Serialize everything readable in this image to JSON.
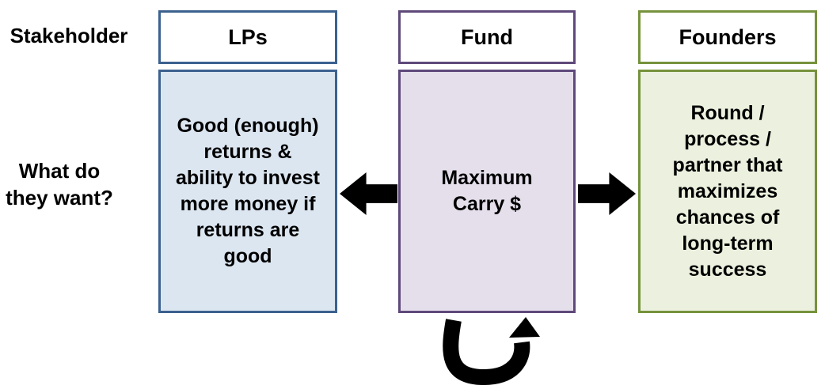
{
  "diagram": {
    "title": "",
    "rows": {
      "stakeholder_label": "Stakeholder",
      "want_label": "What do they want?"
    },
    "columns": [
      {
        "id": "lps",
        "header": "LPs",
        "want": "Good (enough) returns & ability to invest more money if returns are good",
        "border_color": "#3B618E",
        "fill_color": "#DCE6F1"
      },
      {
        "id": "fund",
        "header": "Fund",
        "want": "Maximum Carry $",
        "border_color": "#5F497A",
        "fill_color": "#E5DFEC"
      },
      {
        "id": "founders",
        "header": "Founders",
        "want": "Round / process / partner that maximizes chances of long-term success",
        "border_color": "#76923C",
        "fill_color": "#EBF1DE"
      }
    ],
    "arrows": {
      "color": "#000000",
      "fund_to_lps": "left",
      "fund_to_founders": "right",
      "fund_self_loop": "u-turn-up"
    }
  }
}
